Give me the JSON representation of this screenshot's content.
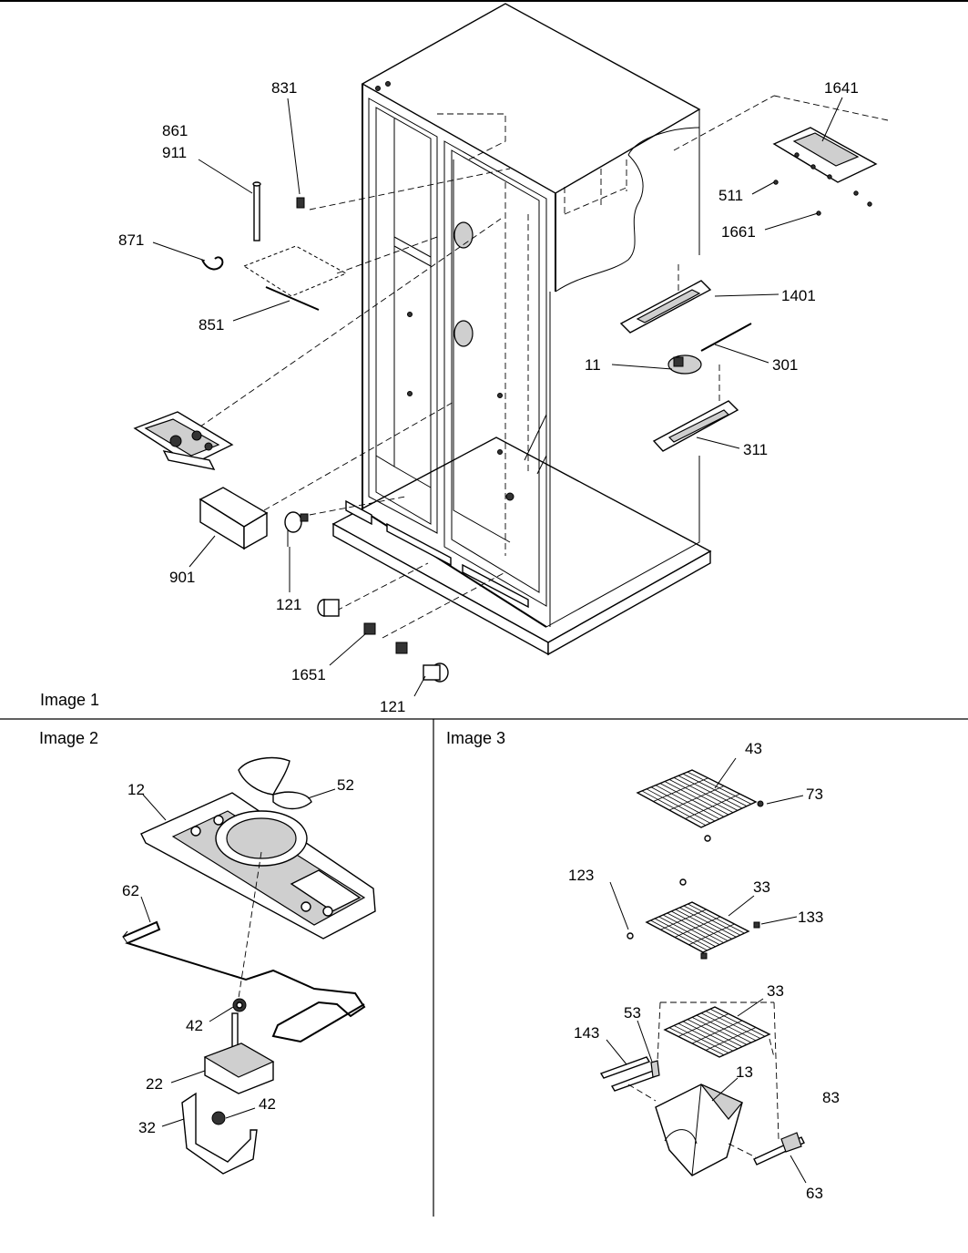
{
  "panels": {
    "image1": "Image 1",
    "image2": "Image 2",
    "image3": "Image 3"
  },
  "callouts": {
    "p831": "831",
    "p861": "861",
    "p911": "911",
    "p871": "871",
    "p851": "851",
    "p901": "901",
    "p121a": "121",
    "p121b": "121",
    "p1651": "1651",
    "p1641": "1641",
    "p511": "511",
    "p1661": "1661",
    "p1401": "1401",
    "p11": "11",
    "p301": "301",
    "p311": "311",
    "p12": "12",
    "p52": "52",
    "p62": "62",
    "p42a": "42",
    "p22": "22",
    "p42b": "42",
    "p32": "32",
    "p43": "43",
    "p73": "73",
    "p123": "123",
    "p33a": "33",
    "p133": "133",
    "p33b": "33",
    "p143": "143",
    "p53": "53",
    "p13": "13",
    "p83": "83",
    "p63": "63"
  }
}
